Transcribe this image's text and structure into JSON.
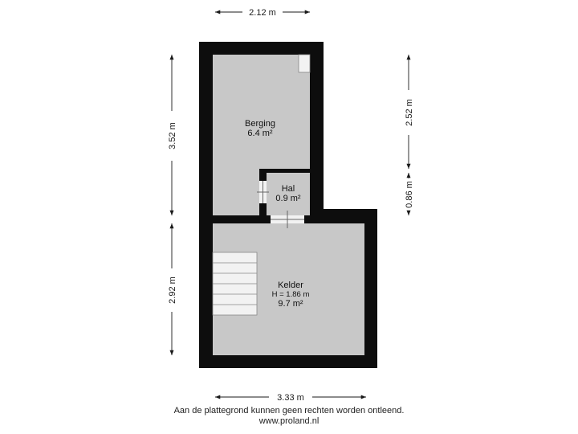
{
  "dimensions": {
    "top_width": "2.12 m",
    "bottom_width": "3.33 m",
    "left_upper_height": "3.52 m",
    "left_lower_height": "2.92 m",
    "right_upper_height": "2.52 m",
    "right_lower_height": "0.86 m"
  },
  "rooms": {
    "berging": {
      "name": "Berging",
      "area": "6.4 m²"
    },
    "hal": {
      "name": "Hal",
      "area": "0.9 m²"
    },
    "kelder": {
      "name": "Kelder",
      "height": "H = 1.86 m",
      "area": "9.7 m²"
    }
  },
  "footer": {
    "disclaimer": "Aan de plattegrond kunnen geen rechten worden ontleend.",
    "website": "www.proland.nl"
  },
  "colors": {
    "wall": "#0d0d0d",
    "floor": "#c8c8c8",
    "dimension_line": "#1a1a1a"
  }
}
